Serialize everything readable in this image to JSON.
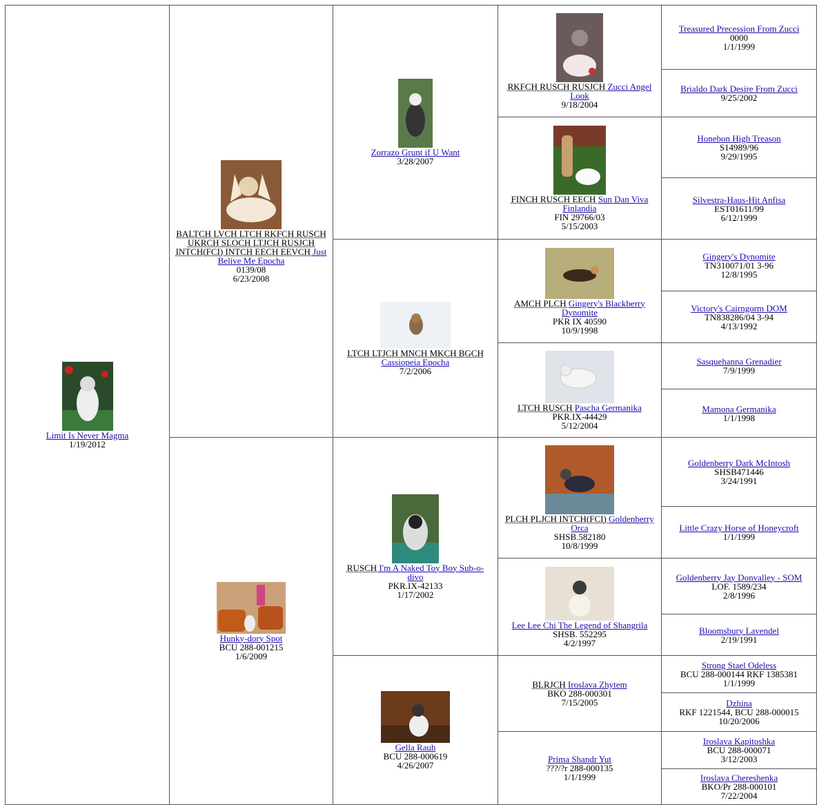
{
  "pedigree": {
    "subject": {
      "name": "Limit Is Never Magma",
      "date": "1/19/2012",
      "photo": "dog-photo"
    },
    "sire": {
      "titles": "BALTCH LVCH LTCH RKFCH RUSCH UKRCH SLOCH LTJCH RUSJCH INTCH(FCI) INTCH EECH EEVCH",
      "name": "Just Belive Me Epocha",
      "reg": "0139/08",
      "date": "6/23/2008"
    },
    "dam": {
      "name": "Hunky-dory Spot",
      "reg": "BCU 288-001215",
      "date": "1/6/2009"
    },
    "ss": {
      "name": "Zorrazo Grunt if U Want",
      "date": "3/28/2007"
    },
    "sd": {
      "titles": "LTCH LTJCH MNCH MKCH BGCH",
      "name": "Cassiopeia Epocha",
      "date": "7/2/2006"
    },
    "ds": {
      "titles": "RUSCH",
      "name": "I'm A Naked Toy Boy Sub-o-divo",
      "reg": "PKR.IX-42133",
      "date": "1/17/2002"
    },
    "dd": {
      "name": "Gella Rauh",
      "reg": "BCU 288-000619",
      "date": "4/26/2007"
    },
    "sss": {
      "titles": "RKFCH RUSCH RUSJCH",
      "name": "Zucci Angel Look",
      "date": "9/18/2004"
    },
    "ssd": {
      "titles": "FINCH RUSCH EECH",
      "name": "Sun Dan Viva Finlandia",
      "reg": "FIN 29766/03",
      "date": "5/15/2003"
    },
    "sds": {
      "titles": "AMCH PLCH",
      "name": "Gingery's Blackberry Dynomite",
      "reg": "PKR IX 40590",
      "date": "10/9/1998"
    },
    "sdd": {
      "titles": "LTCH RUSCH",
      "name": "Pascha Germanika",
      "reg": "PKR.IX-44429",
      "date": "5/12/2004"
    },
    "dss": {
      "titles": "PLCH PLJCH INTCH(FCI)",
      "name": "Goldenberry Orca",
      "reg": "SHSB.582180",
      "date": "10/8/1999"
    },
    "dsd": {
      "name": "Lee Lee Chi The Legend of Shangrila",
      "reg": "SHSB. 552295",
      "date": "4/2/1997"
    },
    "dds": {
      "titles": "BLRJCH",
      "name": "Iroslava Zhytem",
      "reg": "BKO 288-000301",
      "date": "7/15/2005"
    },
    "ddd": {
      "name": "Prima Shandr Yut",
      "reg": "???/?r 288-000135",
      "date": "1/1/1999"
    },
    "g5": [
      {
        "name": "Treasured Precession From Zucci",
        "reg": "0000",
        "date": "1/1/1999"
      },
      {
        "name": "Brialdo Dark Desire From Zucci",
        "date": "9/25/2002"
      },
      {
        "name": "Honebon High Treason",
        "reg": "S14989/96",
        "date": "9/29/1995"
      },
      {
        "name": "Silvestra-Haus-Hit Anfisa",
        "reg": "EST01611/99",
        "date": "6/12/1999"
      },
      {
        "name": "Gingery's Dynomite",
        "reg": "TN310071/01 3-96",
        "date": "12/8/1995"
      },
      {
        "name": "Victory's Cairngorm DOM",
        "reg": "TN838286/04 3-94",
        "date": "4/13/1992"
      },
      {
        "name": "Sasquehanna Grenadier",
        "date": "7/9/1999"
      },
      {
        "name": "Mamona Germanika",
        "date": "1/1/1998"
      },
      {
        "name": "Goldenberry Dark McIntosh",
        "reg": "SHSB471446",
        "date": "3/24/1991"
      },
      {
        "name": "Little Crazy Horse of Honeycroft",
        "date": "1/1/1999"
      },
      {
        "name": "Goldenberry Jay Donvalley - SOM",
        "reg": "LOF. 1589/234",
        "date": "2/8/1996"
      },
      {
        "name": "Bloomsbury Lavendel",
        "date": "2/19/1991"
      },
      {
        "name": "Strong Stael Odeless",
        "reg": "BCU 288-000144 RKF 1385381",
        "date": "1/1/1999"
      },
      {
        "name": "Dzhina",
        "reg": "RKF 1221544, BCU 288-000015",
        "date": "10/20/2006"
      },
      {
        "name": "Iroslava Kapitoshka",
        "reg": "BCU 288-000071",
        "date": "3/12/2003"
      },
      {
        "name": "Iroslava Chereshenka",
        "reg": "BKO/Pr 288-000101",
        "date": "7/22/2004"
      }
    ]
  }
}
